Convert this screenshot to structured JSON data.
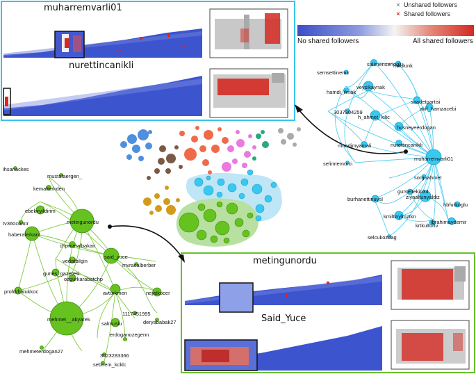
{
  "legend": {
    "unshared_label": "Unshared followers",
    "shared_label": "Shared followers",
    "unshared_mark": "×",
    "shared_mark": "×",
    "unshared_color": "#8a8a8a",
    "shared_color": "#e02020"
  },
  "colorbar": {
    "left_label": "No shared followers",
    "right_label": "All shared followers",
    "low_color": "#3b4fc6",
    "mid_color": "#f4f4f4",
    "high_color": "#d42a22"
  },
  "top_panel": {
    "border_color": "#38c3ea",
    "title1": "muharremvarli01",
    "title2": "nurettincanikli"
  },
  "bottom_panel": {
    "border_color": "#66c22a",
    "title1": "metingunordu",
    "title2": "Said_Yuce"
  },
  "blue_network": {
    "node_color": "#38c8f0",
    "labels": {
      "salimenserioglu": "salimenserioglu",
      "mkulunk": "mkulunk",
      "semsettinemir": "semsettinemir",
      "veysikaynak": "veysikaynak",
      "hamdi_ilmak": "hamdi_ilmak",
      "saadetpartisi": "saadetpartisi",
      "akif_hamzacebi": "akif_hamzacebi",
      "n3037304259": "3037304259",
      "h_ahmet_kilic": "h_ahmet_kilic",
      "husneyeerdogan": "husneyeerdogan",
      "nurettincanikli": "nurettincanikli",
      "mnedimyamali": "mnedimyamali",
      "muharremvarli01": "muharremvarli01",
      "selimtemurci": "selimtemurci",
      "sorguahmet": "sorguahmet",
      "gurseltekin34": "gurseltekin34",
      "ziyaaltunyaldiz": "ziyaaltunyaldiz",
      "burhanettinuysl": "burhanettinuysl",
      "hbfurkoglu": "hbfurkoglu",
      "kmiltinylmztkn": "kmiltinylmztkn",
      "ibrahimaydemir": "ibrahimaydemir",
      "krtkulturtv": "krtkulturtv",
      "selcukozdag": "selcukozdag"
    }
  },
  "green_network": {
    "node_color": "#66c21e",
    "labels": {
      "ihsanackes": "ihsanackes",
      "mustafaergen_": "mustafaergen_",
      "kemalterkden": "kemalterkden",
      "ebekiryildirim": "ebekiryildirim",
      "metingunordu": "metingunordu",
      "tv360comtr": "tv360comtr",
      "haberalerkanl": "haberalerkanl",
      "chpmeralbakan": "chpmeralbakan",
      "vedatbilgin": "vedatbilgin",
      "said_yuce": "said_yuce",
      "gunes_gazetesi": "gunes_gazetesi",
      "ozgurkarabatchp": "ozgurkarabatchp",
      "mvracalberber": "mvracalberber",
      "profdrhalukkoc": "profdrhalukkoc",
      "avturkmen": "avturkmen",
      "nejatkocer": "nejatkocer",
      "mehmet_akyarek": "mehmet__akyarek",
      "n1117451995": "1117451995",
      "deryababak27": "deryababak27",
      "salmuslu": "salmuslu",
      "erdoganozegenn": "erdoganozegenn",
      "mehmeterdogan27": "mehmeterdogan27",
      "n3023283366": "3023283366",
      "sebnem_kcklc": "sebnem_kcklc"
    }
  },
  "cluster_colors": [
    "#4f8fe0",
    "#7a5a45",
    "#f06a4a",
    "#e87ae0",
    "#2aa87a",
    "#aaaaaa",
    "#d49a1a",
    "#38c8f0",
    "#66c21e"
  ]
}
